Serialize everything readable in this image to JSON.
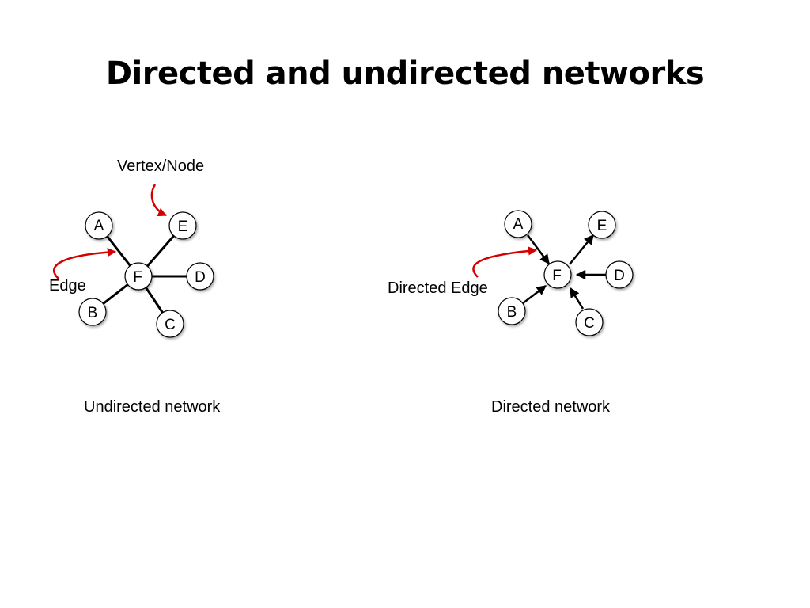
{
  "title": "Directed and undirected networks",
  "undirected": {
    "caption": "Undirected network",
    "vertex_annotation": "Vertex/Node",
    "edge_annotation": "Edge",
    "nodes": {
      "A": "A",
      "B": "B",
      "C": "C",
      "D": "D",
      "E": "E",
      "F": "F"
    }
  },
  "directed": {
    "caption": "Directed network",
    "edge_annotation": "Directed Edge",
    "nodes": {
      "A": "A",
      "B": "B",
      "C": "C",
      "D": "D",
      "E": "E",
      "F": "F"
    }
  },
  "colors": {
    "annotation_arrow": "#d40000",
    "edge": "#000000",
    "node_fill": "#ffffff",
    "node_stroke": "#000000"
  }
}
